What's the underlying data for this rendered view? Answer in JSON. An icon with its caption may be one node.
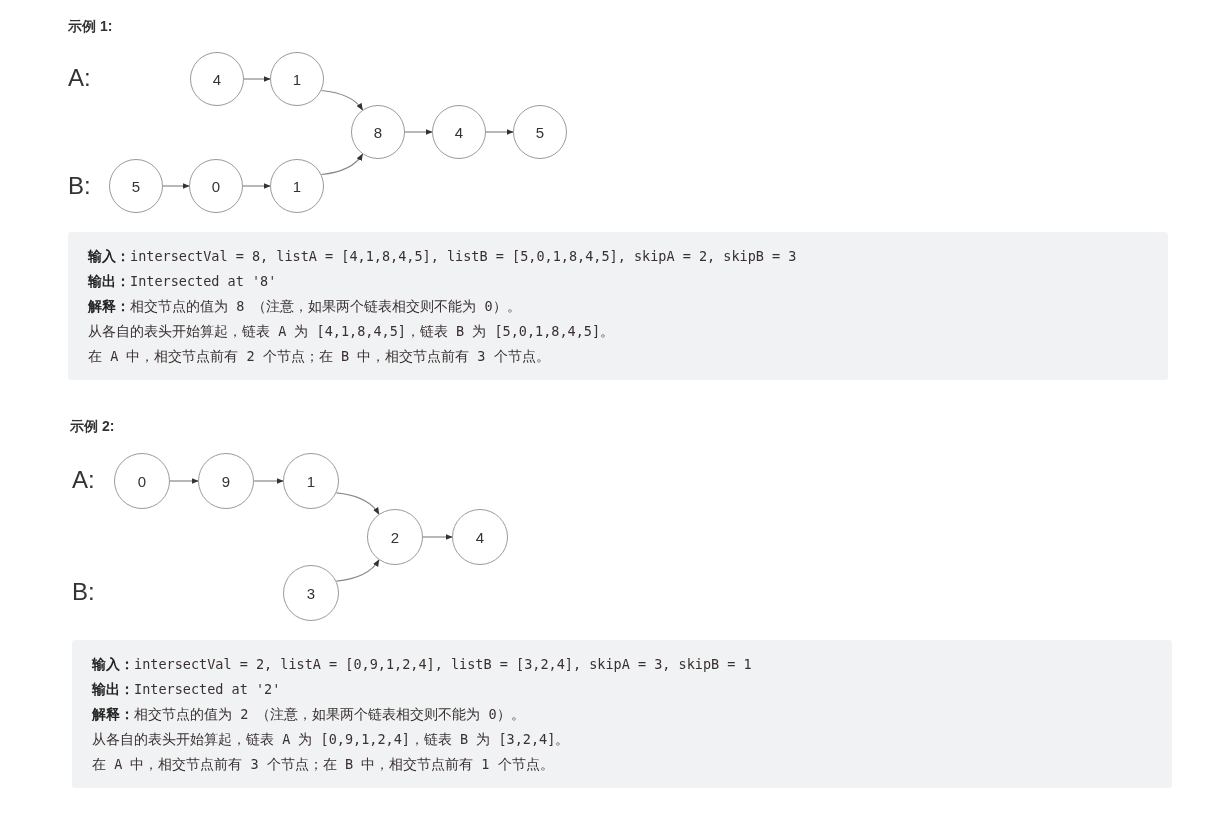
{
  "diagram": {
    "nodes": [
      {
        "text": [
          "4"
        ]
      },
      {
        "text": [
          "1"
        ]
      },
      {
        "text": [
          "8"
        ]
      },
      {
        "text": [
          "4"
        ]
      },
      {
        "text": [
          "5"
        ]
      },
      {
        "text": [
          "5"
        ]
      },
      {
        "text": [
          "0"
        ]
      },
      {
        "text": [
          "1"
        ]
      },
      {
        "text": [
          "**输入：**intersectVal = 8, listA = [4,1,8,4,5], listB = [5,0,1,8,4,5], skipA = 2, skipB = 3",
          "**输出：**Intersected at '8'",
          "**解释：**相交节点的值为 8 （注意，如果两个链表相交则不能为 0）。",
          "从各自的表头开始算起，链表 A 为 [4,1,8,4,5]，链表 B 为 [5,0,1,8,4,5]。",
          "在 A 中，相交节点前有 2 个节点；在 B 中，相交节点前有 3 个节点。"
        ]
      },
      {
        "text": [
          "0"
        ]
      },
      {
        "text": [
          "9"
        ]
      },
      {
        "text": [
          "1"
        ]
      },
      {
        "text": [
          "2"
        ]
      },
      {
        "text": [
          "4"
        ]
      },
      {
        "text": [
          "3"
        ]
      },
      {
        "text": [
          "**输入：**intersectVal = 2, listA = [0,9,1,2,4], listB = [3,2,4], skipA = 3, skipB = 1",
          "**输出：**Intersected at '2'",
          "**解释：**相交节点的值为 2 （注意，如果两个链表相交则不能为 0）。",
          "从各自的表头开始算起，链表 A 为 [0,9,1,2,4]，链表 B 为 [3,2,4]。",
          "在 A 中，相交节点前有 3 个节点；在 B 中，相交节点前有 1 个节点。"
        ]
      }
    ],
    "edges": [
      {
        "from": 0,
        "to": 1,
        "arrow": "to"
      },
      {
        "from": 1,
        "to": 2,
        "arrow": "to"
      },
      {
        "from": 2,
        "to": 3,
        "arrow": "to"
      },
      {
        "from": 3,
        "to": 4,
        "arrow": "to"
      },
      {
        "from": 5,
        "to": 6,
        "arrow": "to"
      },
      {
        "from": 6,
        "to": 7,
        "arrow": "to"
      },
      {
        "from": 7,
        "to": 2,
        "arrow": "to"
      },
      {
        "from": 9,
        "to": 10,
        "arrow": "to"
      },
      {
        "from": 10,
        "to": 11,
        "arrow": "to"
      },
      {
        "from": 11,
        "to": 12,
        "arrow": "to"
      },
      {
        "from": 12,
        "to": 13,
        "arrow": "to"
      },
      {
        "from": 14,
        "to": 12,
        "arrow": "to"
      }
    ],
    "labels": [
      "示例 1:",
      "A:",
      "B:",
      "示例 2:",
      "A:",
      "B:"
    ]
  }
}
